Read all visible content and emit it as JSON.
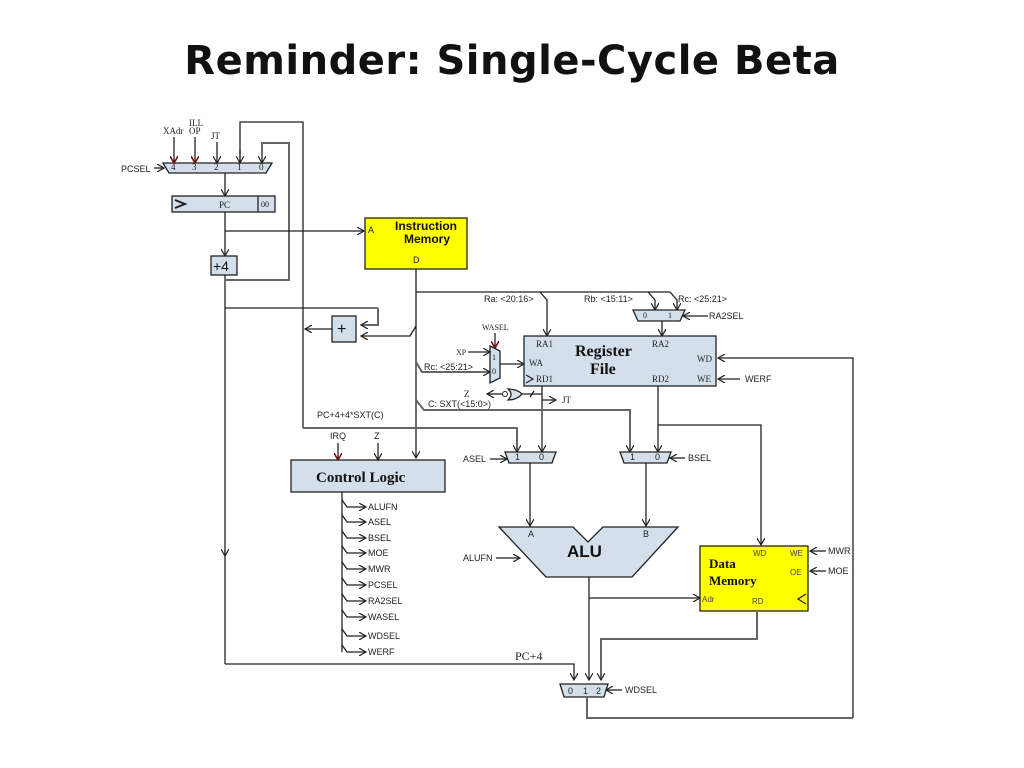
{
  "slide": {
    "title": "Reminder: Single-Cycle Beta"
  },
  "pc_mux": {
    "select_label": "PCSEL",
    "inputs": [
      {
        "index": "4",
        "source": "XAdr"
      },
      {
        "index": "3",
        "source_line1": "ILL",
        "source_line2": "OP"
      },
      {
        "index": "2",
        "source": "JT"
      },
      {
        "index": "1",
        "source": ""
      },
      {
        "index": "0",
        "source": ""
      }
    ]
  },
  "pc_register": {
    "label": "PC",
    "low_bits": "00"
  },
  "incrementer": {
    "label": "+4"
  },
  "branch_adder": {
    "label": "+"
  },
  "instruction_memory": {
    "title_line1": "Instruction",
    "title_line2": "Memory",
    "port_a": "A",
    "port_d": "D"
  },
  "fields": {
    "ra": "Ra: <20:16>",
    "rb": "Rb: <15:11>",
    "rc_top": "Rc: <25:21>",
    "rc_wa": "Rc: <25:21>",
    "c_sxt": "C: SXT(<15:0>)",
    "branch_target": "PC+4+4*SXT(C)"
  },
  "ra2sel_mux": {
    "label": "RA2SEL",
    "inputs": [
      "0",
      "1"
    ]
  },
  "wasel_mux": {
    "label": "WASEL",
    "inputs": [
      "1",
      "0"
    ],
    "xp": "XP"
  },
  "register_file": {
    "title_line1": "Register",
    "title_line2": "File",
    "ports": {
      "ra1": "RA1",
      "ra2": "RA2",
      "wa": "WA",
      "wd": "WD",
      "rd1": "RD1",
      "rd2": "RD2",
      "we": "WE"
    },
    "we_signal": "WERF"
  },
  "zero_detect": {
    "output": "Z",
    "jt": "JT"
  },
  "control_logic": {
    "title": "Control Logic",
    "inputs": [
      "IRQ",
      "Z"
    ],
    "outputs": [
      "ALUFN",
      "ASEL",
      "BSEL",
      "MOE",
      "MWR",
      "PCSEL",
      "RA2SEL",
      "WASEL",
      "WDSEL",
      "WERF"
    ]
  },
  "asel_mux": {
    "label": "ASEL",
    "inputs": [
      "1",
      "0"
    ]
  },
  "bsel_mux": {
    "label": "BSEL",
    "inputs": [
      "1",
      "0"
    ]
  },
  "alu": {
    "title": "ALU",
    "port_a": "A",
    "port_b": "B",
    "control": "ALUFN"
  },
  "data_memory": {
    "title_line1": "Data",
    "title_line2": "Memory",
    "ports": {
      "wd": "WD",
      "we": "WE",
      "oe": "OE",
      "adr": "Adr",
      "rd": "RD"
    },
    "we_signal": "MWR",
    "oe_signal": "MOE"
  },
  "wdsel_mux": {
    "label": "WDSEL",
    "inputs": [
      "0",
      "1",
      "2"
    ],
    "pc4_label": "PC+4"
  }
}
